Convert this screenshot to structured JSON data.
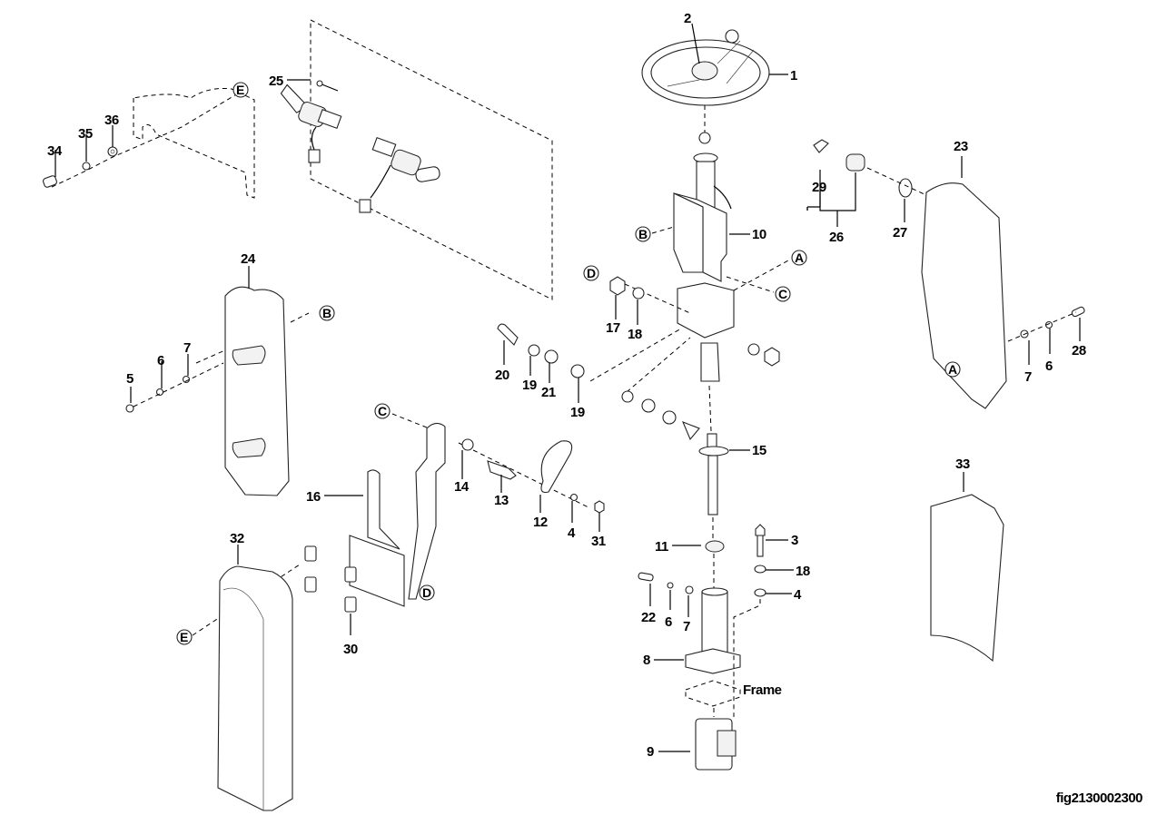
{
  "diagram": {
    "title": "Steering column exploded view",
    "figure_id": "fig2130002300",
    "frame_label": "Frame",
    "callouts": [
      {
        "id": "c1",
        "text": "1"
      },
      {
        "id": "c2",
        "text": "2"
      },
      {
        "id": "c3",
        "text": "3"
      },
      {
        "id": "c4a",
        "text": "4"
      },
      {
        "id": "c4b",
        "text": "4"
      },
      {
        "id": "c5",
        "text": "5"
      },
      {
        "id": "c6a",
        "text": "6"
      },
      {
        "id": "c6b",
        "text": "6"
      },
      {
        "id": "c6c",
        "text": "6"
      },
      {
        "id": "c7a",
        "text": "7"
      },
      {
        "id": "c7b",
        "text": "7"
      },
      {
        "id": "c7c",
        "text": "7"
      },
      {
        "id": "c8",
        "text": "8"
      },
      {
        "id": "c9",
        "text": "9"
      },
      {
        "id": "c10",
        "text": "10"
      },
      {
        "id": "c11",
        "text": "11"
      },
      {
        "id": "c12",
        "text": "12"
      },
      {
        "id": "c13",
        "text": "13"
      },
      {
        "id": "c14",
        "text": "14"
      },
      {
        "id": "c15",
        "text": "15"
      },
      {
        "id": "c16",
        "text": "16"
      },
      {
        "id": "c17",
        "text": "17"
      },
      {
        "id": "c18a",
        "text": "18"
      },
      {
        "id": "c18b",
        "text": "18"
      },
      {
        "id": "c19a",
        "text": "19"
      },
      {
        "id": "c19b",
        "text": "19"
      },
      {
        "id": "c20",
        "text": "20"
      },
      {
        "id": "c21",
        "text": "21"
      },
      {
        "id": "c22",
        "text": "22"
      },
      {
        "id": "c23",
        "text": "23"
      },
      {
        "id": "c24",
        "text": "24"
      },
      {
        "id": "c25",
        "text": "25"
      },
      {
        "id": "c26",
        "text": "26"
      },
      {
        "id": "c27",
        "text": "27"
      },
      {
        "id": "c28",
        "text": "28"
      },
      {
        "id": "c29",
        "text": "29"
      },
      {
        "id": "c30",
        "text": "30"
      },
      {
        "id": "c31",
        "text": "31"
      },
      {
        "id": "c32",
        "text": "32"
      },
      {
        "id": "c33",
        "text": "33"
      },
      {
        "id": "c34",
        "text": "34"
      },
      {
        "id": "c35",
        "text": "35"
      },
      {
        "id": "c36",
        "text": "36"
      }
    ],
    "reference_markers": {
      "A1": "A",
      "A2": "A",
      "B1": "B",
      "B2": "B",
      "C1": "C",
      "C2": "C",
      "D1": "D",
      "D2": "D",
      "E1": "E",
      "E2": "E"
    }
  }
}
